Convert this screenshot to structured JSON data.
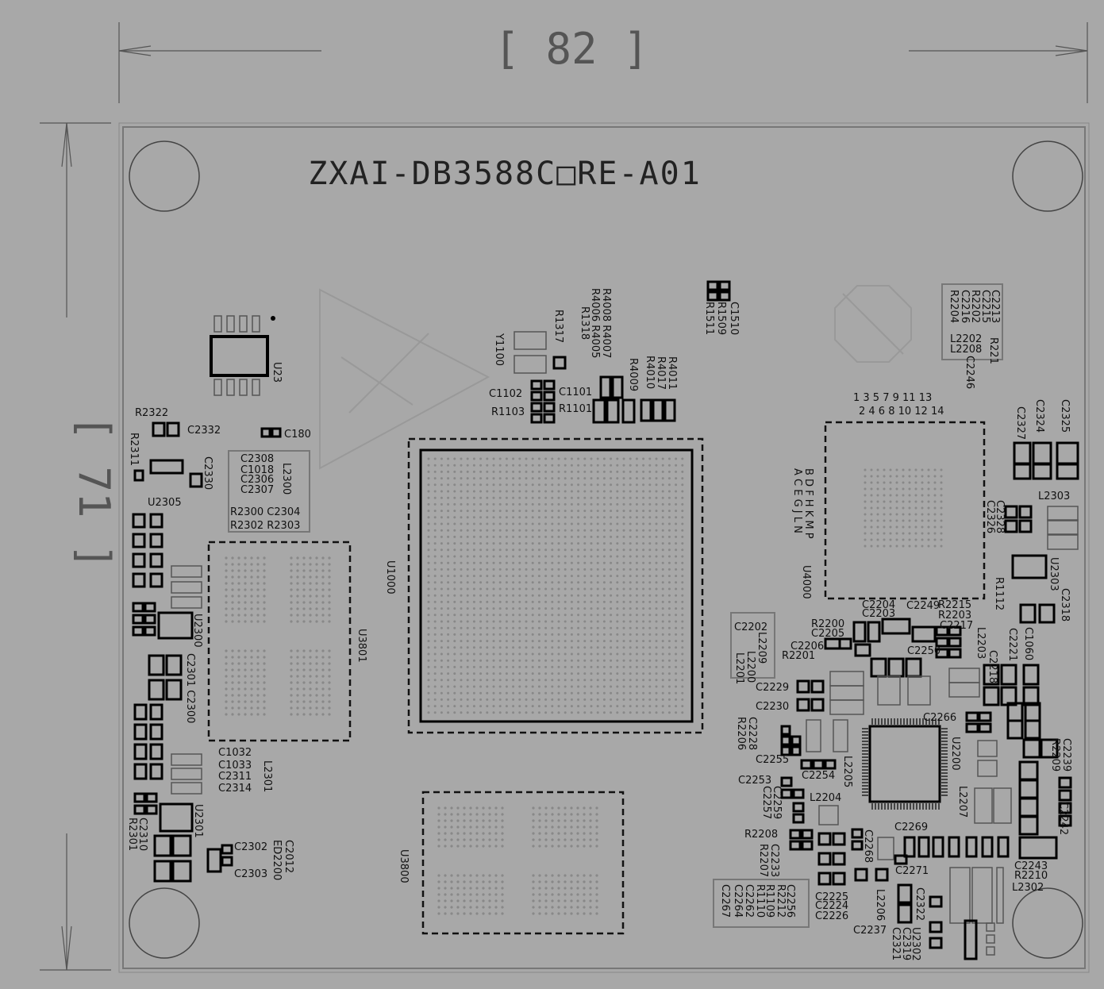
{
  "board": {
    "title": "ZXAI-DB3588C□RE-A01",
    "width_dim": "[ 82 ]",
    "height_dim": "[ 71 ]"
  },
  "components": [
    {
      "id": "u23",
      "label": "U23"
    },
    {
      "id": "r2322",
      "label": "R2322"
    },
    {
      "id": "c2332",
      "label": "C2332"
    },
    {
      "id": "c180",
      "label": "C180"
    },
    {
      "id": "r2311",
      "label": "R2311"
    },
    {
      "id": "c2330",
      "label": "C2330"
    },
    {
      "id": "u2305",
      "label": "U2305"
    },
    {
      "id": "c2308",
      "label": "C2308"
    },
    {
      "id": "c1018",
      "label": "C1018"
    },
    {
      "id": "c2306",
      "label": "C2306"
    },
    {
      "id": "c2307",
      "label": "C2307"
    },
    {
      "id": "l2300",
      "label": "L2300"
    },
    {
      "id": "r2300",
      "label": "R2300 C2304"
    },
    {
      "id": "r2302",
      "label": "R2302 R2303"
    },
    {
      "id": "u2300",
      "label": "U2300"
    },
    {
      "id": "c2301",
      "label": "C2301 C2300"
    },
    {
      "id": "u3801",
      "label": "U3801"
    },
    {
      "id": "u1000",
      "label": "U1000"
    },
    {
      "id": "c1032",
      "label": "C1032"
    },
    {
      "id": "c1033",
      "label": "C1033"
    },
    {
      "id": "c2311",
      "label": "C2311"
    },
    {
      "id": "c2314",
      "label": "C2314"
    },
    {
      "id": "l2301",
      "label": "L2301"
    },
    {
      "id": "u2301",
      "label": "U2301"
    },
    {
      "id": "c2310",
      "label": "C2310"
    },
    {
      "id": "r2301",
      "label": "R2301"
    },
    {
      "id": "c2302",
      "label": "C2302"
    },
    {
      "id": "c2303",
      "label": "C2303"
    },
    {
      "id": "c2012",
      "label": "C2012"
    },
    {
      "id": "ed2200",
      "label": "ED2200"
    },
    {
      "id": "u3800",
      "label": "U3800"
    },
    {
      "id": "y1100",
      "label": "Y1100"
    },
    {
      "id": "r1317",
      "label": "R1317"
    },
    {
      "id": "r1318",
      "label": "R1318"
    },
    {
      "id": "c1102",
      "label": "C1102"
    },
    {
      "id": "r1103",
      "label": "R1103"
    },
    {
      "id": "c1101",
      "label": "C1101"
    },
    {
      "id": "r1101",
      "label": "R1101"
    },
    {
      "id": "r4008",
      "label": "R4008 R4007"
    },
    {
      "id": "r4006",
      "label": "R4006 R4005"
    },
    {
      "id": "r4009",
      "label": "R4009"
    },
    {
      "id": "r4010",
      "label": "R4010"
    },
    {
      "id": "r4017",
      "label": "R4017"
    },
    {
      "id": "r4011",
      "label": "R4011"
    },
    {
      "id": "c1510",
      "label": "C1510"
    },
    {
      "id": "r1509",
      "label": "R1509"
    },
    {
      "id": "r1511",
      "label": "R1511"
    },
    {
      "id": "u4000",
      "label": "U4000"
    },
    {
      "id": "pins_odd",
      "label": "1 3 5 7 9 11 13"
    },
    {
      "id": "pins_even",
      "label": "2 4 6 8 10 12 14"
    },
    {
      "id": "rows_a",
      "label": "A C E G J L N"
    },
    {
      "id": "rows_b",
      "label": "B D F H K M P"
    },
    {
      "id": "c2213",
      "label": "C2213"
    },
    {
      "id": "c2215",
      "label": "C2215"
    },
    {
      "id": "r2202",
      "label": "R2202"
    },
    {
      "id": "c2216",
      "label": "C2216"
    },
    {
      "id": "r2204",
      "label": "R2204"
    },
    {
      "id": "l2202",
      "label": "L2202"
    },
    {
      "id": "l2208",
      "label": "L2208"
    },
    {
      "id": "r221",
      "label": "R221"
    },
    {
      "id": "c2246",
      "label": "C2246"
    },
    {
      "id": "c2327",
      "label": "C2327"
    },
    {
      "id": "c2324",
      "label": "C2324"
    },
    {
      "id": "c2325",
      "label": "C2325"
    },
    {
      "id": "l2303",
      "label": "L2303"
    },
    {
      "id": "c2326",
      "label": "C2326"
    },
    {
      "id": "c2328",
      "label": "C2328"
    },
    {
      "id": "u2303",
      "label": "U2303"
    },
    {
      "id": "r1112",
      "label": "R1112"
    },
    {
      "id": "c2318",
      "label": "C2318"
    },
    {
      "id": "c1060",
      "label": "C1060"
    },
    {
      "id": "c2202",
      "label": "C2202"
    },
    {
      "id": "l2209",
      "label": "L2209"
    },
    {
      "id": "l2200",
      "label": "L2200"
    },
    {
      "id": "l2201",
      "label": "L2201"
    },
    {
      "id": "r2200",
      "label": "R2200"
    },
    {
      "id": "c2205",
      "label": "C2205"
    },
    {
      "id": "c2206",
      "label": "C2206"
    },
    {
      "id": "r2201",
      "label": "R2201"
    },
    {
      "id": "c2204",
      "label": "C2204"
    },
    {
      "id": "c2203",
      "label": "C2203"
    },
    {
      "id": "c2249",
      "label": "C2249"
    },
    {
      "id": "r2215",
      "label": "R2215"
    },
    {
      "id": "r2203",
      "label": "R2203"
    },
    {
      "id": "c2217",
      "label": "C2217"
    },
    {
      "id": "l2203",
      "label": "L2203"
    },
    {
      "id": "c2218",
      "label": "C2218"
    },
    {
      "id": "c2221",
      "label": "C2221"
    },
    {
      "id": "c2250",
      "label": "C2250"
    },
    {
      "id": "c2229",
      "label": "C2229"
    },
    {
      "id": "c2230",
      "label": "C2230"
    },
    {
      "id": "r2206",
      "label": "R2206"
    },
    {
      "id": "c2228",
      "label": "C2228"
    },
    {
      "id": "c2255",
      "label": "C2255"
    },
    {
      "id": "c2266",
      "label": "C2266"
    },
    {
      "id": "u2200",
      "label": "U2200"
    },
    {
      "id": "l2205",
      "label": "L2205"
    },
    {
      "id": "c2254",
      "label": "C2254"
    },
    {
      "id": "c2253",
      "label": "C2253"
    },
    {
      "id": "c2259",
      "label": "C2259"
    },
    {
      "id": "c2257",
      "label": "C2257"
    },
    {
      "id": "l2204",
      "label": "L2204"
    },
    {
      "id": "c2239",
      "label": "C2239"
    },
    {
      "id": "r2209",
      "label": "R2209"
    },
    {
      "id": "l2207",
      "label": "L2207"
    },
    {
      "id": "c2242",
      "label": "C2242"
    },
    {
      "id": "r2208",
      "label": "R2208"
    },
    {
      "id": "r2207",
      "label": "R2207"
    },
    {
      "id": "c2233",
      "label": "C2233"
    },
    {
      "id": "c2268",
      "label": "C2268"
    },
    {
      "id": "c2269",
      "label": "C2269"
    },
    {
      "id": "c2271",
      "label": "C2271"
    },
    {
      "id": "c2243",
      "label": "C2243"
    },
    {
      "id": "r2210",
      "label": "R2210"
    },
    {
      "id": "l2302",
      "label": "L2302"
    },
    {
      "id": "c2256",
      "label": "C2256"
    },
    {
      "id": "r2212",
      "label": "R2212"
    },
    {
      "id": "r1109",
      "label": "R1109"
    },
    {
      "id": "r1110",
      "label": "R1110"
    },
    {
      "id": "c2262",
      "label": "C2262"
    },
    {
      "id": "c2264",
      "label": "C2264"
    },
    {
      "id": "c2267",
      "label": "C2267"
    },
    {
      "id": "c2225",
      "label": "C2225"
    },
    {
      "id": "c2224",
      "label": "C2224"
    },
    {
      "id": "c2226",
      "label": "C2226"
    },
    {
      "id": "l2206",
      "label": "L2206"
    },
    {
      "id": "c2237",
      "label": "C2237"
    },
    {
      "id": "c2322",
      "label": "C2322"
    },
    {
      "id": "c2321",
      "label": "C2321"
    },
    {
      "id": "c2319",
      "label": "C2319"
    },
    {
      "id": "u2302",
      "label": "U2302"
    }
  ],
  "colors": {
    "background": "#a8a8a8",
    "silkscreen": "#111111",
    "board_edge": "#777777"
  }
}
